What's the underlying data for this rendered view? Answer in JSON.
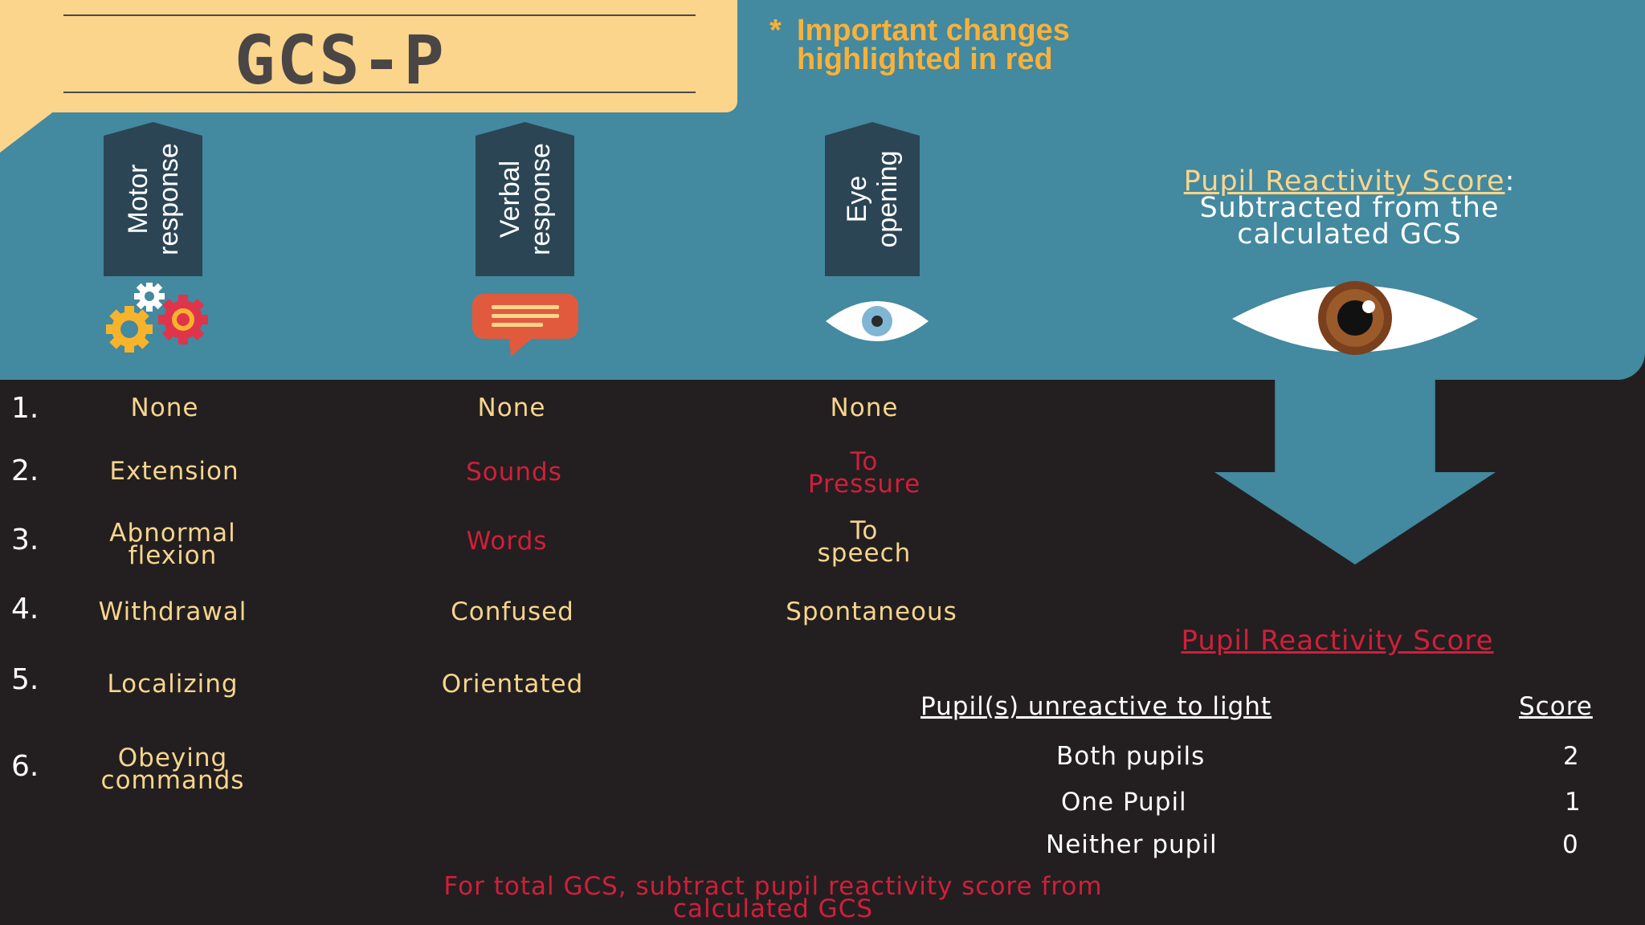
{
  "title": "GCS-P",
  "note": {
    "star": "*",
    "line1": "Important changes",
    "line2": "highlighted in red"
  },
  "categories": [
    {
      "label_line1": "Motor",
      "label_line2": "response",
      "icon": "gears-icon"
    },
    {
      "label_line1": "Verbal",
      "label_line2": "response",
      "icon": "speech-bubble-icon"
    },
    {
      "label_line1": "Eye",
      "label_line2": "opening",
      "icon": "eye-icon"
    }
  ],
  "pupil_heading": {
    "link": "Pupil Reactivity Score",
    "colon": ":",
    "line2": "Subtracted from the",
    "line3": "calculated GCS"
  },
  "rows": [
    {
      "num": "1.",
      "motor": [
        "None"
      ],
      "verbal": [
        "None"
      ],
      "eye": [
        "None"
      ]
    },
    {
      "num": "2.",
      "motor": [
        "Extension"
      ],
      "verbal": [
        "Sounds"
      ],
      "eye": [
        "To",
        "Pressure"
      ]
    },
    {
      "num": "3.",
      "motor": [
        "Abnormal",
        "flexion"
      ],
      "verbal": [
        "Words"
      ],
      "eye": [
        "To",
        "speech"
      ]
    },
    {
      "num": "4.",
      "motor": [
        "Withdrawal"
      ],
      "verbal": [
        "Confused"
      ],
      "eye": [
        "Spontaneous"
      ]
    },
    {
      "num": "5.",
      "motor": [
        "Localizing"
      ],
      "verbal": [
        "Orientated"
      ],
      "eye": []
    },
    {
      "num": "6.",
      "motor": [
        "Obeying",
        "commands"
      ],
      "verbal": [],
      "eye": []
    }
  ],
  "highlighted_red": [
    "Sounds",
    "Words",
    "To Pressure"
  ],
  "pupil_table": {
    "title": "Pupil Reactivity Score",
    "col_label": "Pupil(s) unreactive to light",
    "col_score": "Score",
    "rows": [
      {
        "label": "Both pupils",
        "score": "2"
      },
      {
        "label": "One Pupil",
        "score": "1"
      },
      {
        "label": "Neither pupil",
        "score": "0"
      }
    ]
  },
  "footer": {
    "line1": "For total GCS, subtract pupil reactivity score from",
    "line2": "calculated GCS"
  },
  "colors": {
    "teal": "#43899f",
    "dark": "#231f20",
    "yellow": "#fbd58c",
    "orange": "#f8b13a",
    "red": "#d01f3b",
    "navy_tab": "#2b4555"
  }
}
